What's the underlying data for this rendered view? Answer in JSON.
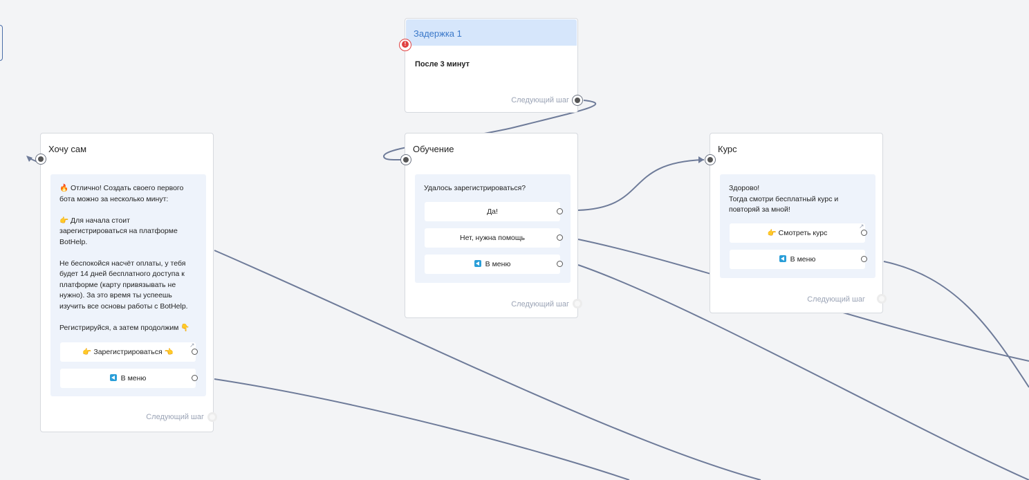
{
  "nodes": {
    "delay": {
      "title": "Задержка 1",
      "body": "После 3 минут",
      "next_step": "Следующий шаг"
    },
    "hochu_sam": {
      "title": "Хочу сам",
      "message": "🔥 Отлично! Создать своего первого бота можно за несколько минут:\n\n👉 Для начала стоит зарегистрироваться на платформе BotHelp.\n\nНе беспокойся насчёт оплаты, у тебя будет 14 дней бесплатного доступа к платформе (карту привязывать не нужно). За это время ты успеешь изучить все основы работы с BotHelp.\n\nРегистрируйся, а затем продолжим 👇",
      "buttons": [
        "👉 Зарегистрироваться 👈",
        "В меню"
      ],
      "next_step": "Следующий шаг"
    },
    "obuchenie": {
      "title": "Обучение",
      "message": "Удалось зарегистрироваться?",
      "buttons": [
        "Да!",
        "Нет, нужна помощь",
        "В меню"
      ],
      "next_step": "Следующий шаг"
    },
    "kurs": {
      "title": "Курс",
      "message": "Здорово!\nТогда смотри бесплатный курс и повторяй за мной!",
      "buttons": [
        "👉 Смотреть курс",
        "В меню"
      ],
      "next_step": "Следующий шаг"
    }
  },
  "colors": {
    "canvas": "#f3f4f6",
    "connector": "#6e7b99",
    "delay_header": "#d6e6fb",
    "delay_title": "#3a78c9",
    "panel": "#eef3fb",
    "warning": "#e04040"
  },
  "icons": [
    "warning-icon",
    "telegram-icon",
    "external-link-icon",
    "in-port",
    "out-port"
  ]
}
